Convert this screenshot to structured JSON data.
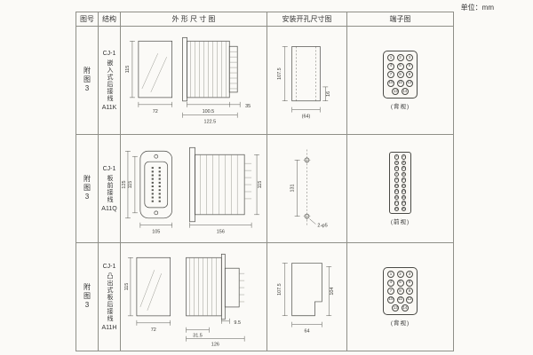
{
  "unit_label": "单位：mm",
  "columns": {
    "fig": "图号",
    "structure": "结构",
    "outline": "外 形 尺 寸 图",
    "install": "安装开孔尺寸图",
    "terminal": "端子图"
  },
  "rows": [
    {
      "fig_no": "附图3",
      "structure": {
        "model": "CJ-1",
        "desc": "嵌入式后接线",
        "code": "A11K"
      },
      "outline": {
        "front_height": "115",
        "front_width": "72",
        "body_width": "100.5",
        "total_width": "122.5",
        "terminal_depth": "35"
      },
      "install": {
        "cutout_height": "107.5",
        "offset": "16",
        "cutout_width": "(64)"
      },
      "terminal": {
        "view_label": "(背视)",
        "layout": [
          [
            1,
            2,
            3
          ],
          [
            4,
            5,
            6
          ],
          [
            7,
            8,
            9
          ],
          [
            10,
            11,
            12
          ],
          [
            13,
            14
          ]
        ]
      }
    },
    {
      "fig_no": "附图3",
      "structure": {
        "model": "CJ-1",
        "desc": "板前接线",
        "code": "A11Q"
      },
      "outline": {
        "plate_height": "115",
        "plate_total_height": "125",
        "plate_width": "105",
        "body_length": "156",
        "body_height": "115"
      },
      "install": {
        "hole_spacing": "131",
        "hole_spec": "2-φ5"
      },
      "terminal": {
        "view_label": "(前视)",
        "layout": [
          [
            1,
            2
          ],
          [
            3,
            4
          ],
          [
            5,
            6
          ],
          [
            7,
            8
          ],
          [
            9,
            10
          ],
          [
            11,
            12
          ],
          [
            13,
            14
          ],
          [
            15,
            16
          ],
          [
            17,
            18
          ],
          [
            19,
            20
          ]
        ]
      }
    },
    {
      "fig_no": "附图3",
      "structure": {
        "model": "CJ-1",
        "desc": "凸出式板后接线",
        "code": "A11H"
      },
      "outline": {
        "front_height": "115",
        "front_width": "72",
        "panel_offset": "9.5",
        "rear_depth": "31.5",
        "total_length": "126"
      },
      "install": {
        "cutout_height": "107.5",
        "cutout_height2": "104",
        "cutout_width": "64"
      },
      "terminal": {
        "view_label": "(背视)",
        "layout": [
          [
            1,
            2,
            3
          ],
          [
            4,
            5,
            6
          ],
          [
            7,
            8,
            9
          ],
          [
            10,
            11,
            12
          ],
          [
            13,
            14
          ]
        ]
      }
    }
  ]
}
